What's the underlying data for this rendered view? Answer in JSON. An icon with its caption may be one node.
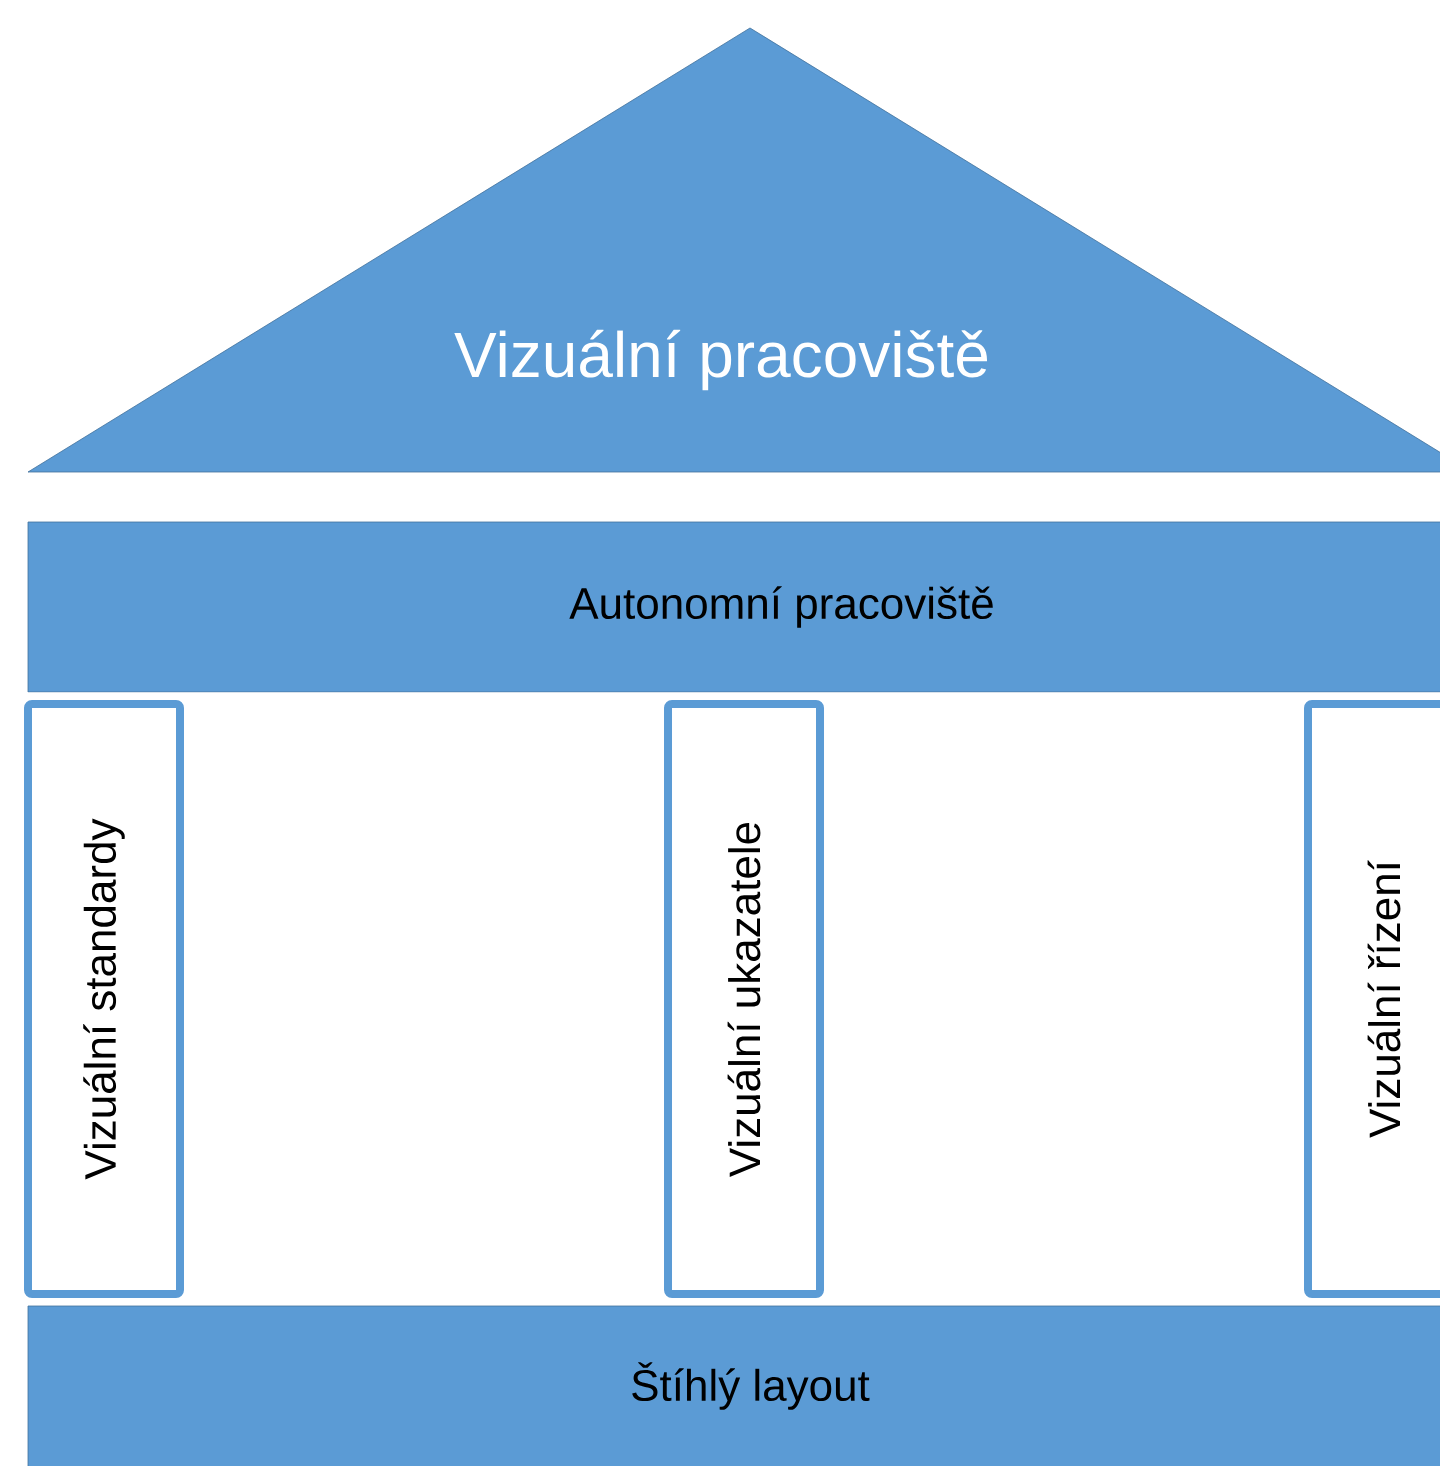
{
  "diagram": {
    "nodes": [
      {
        "text": [
          "Vizuální pracoviště"
        ]
      },
      {
        "text": [
          "Autonomní pracoviště"
        ]
      },
      {
        "text": [
          "Vizuální standardy"
        ]
      },
      {
        "text": [
          "Vizuální ukazatele"
        ]
      },
      {
        "text": [
          "Vizuální řízení"
        ]
      },
      {
        "text": [
          "Štíhlý layout"
        ]
      }
    ]
  }
}
